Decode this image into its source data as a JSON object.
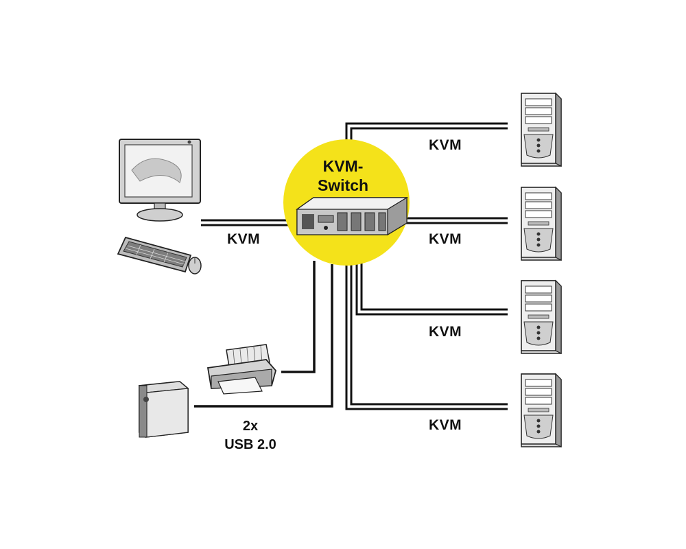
{
  "hub": {
    "title_line1": "KVM-",
    "title_line2": "Switch",
    "color": "#f4e21a"
  },
  "links": {
    "console": "KVM",
    "pc1": "KVM",
    "pc2": "KVM",
    "pc3": "KVM",
    "pc4": "KVM",
    "usb_line1": "2x",
    "usb_line2": "USB 2.0"
  },
  "icons": [
    "monitor-icon",
    "keyboard-icon",
    "mouse-icon",
    "printer-icon",
    "external-drive-icon",
    "pc-tower-icon",
    "kvm-switch-device-icon"
  ],
  "colors": {
    "cable": "#111111",
    "shadow": "#d6d6d6"
  }
}
